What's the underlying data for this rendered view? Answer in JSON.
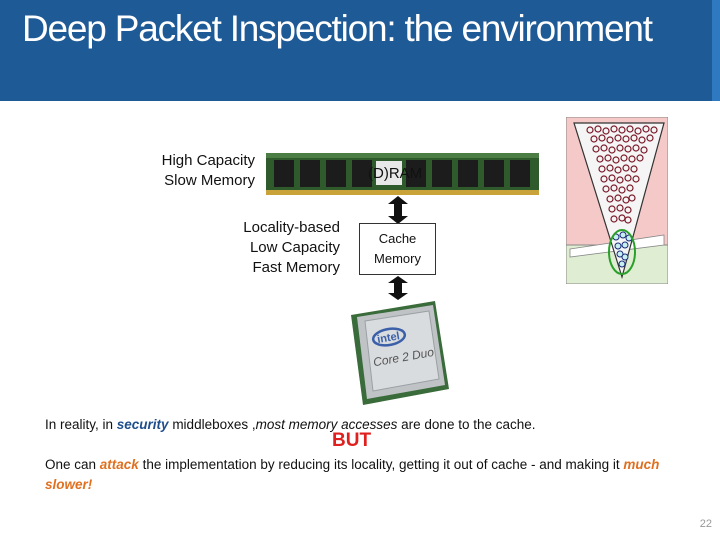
{
  "slide": {
    "title": "Deep Packet Inspection: the environment",
    "page_number": "22"
  },
  "labels": {
    "slow_memory": [
      "High Capacity",
      "Slow Memory"
    ],
    "fast_memory": [
      "Locality-based",
      "Low Capacity",
      "Fast Memory"
    ],
    "ram": "(D)RAM",
    "cache": [
      "Cache",
      "Memory"
    ],
    "cpu_brand": "intel",
    "cpu_model": "Core 2 Duo"
  },
  "text": {
    "line1_a": "In reality, in ",
    "line1_security": "security",
    "line1_b": " middleboxes ,",
    "line1_most": "most memory accesses",
    "line1_c": " are done to the cache.",
    "but": "BUT",
    "line2_a": "One can ",
    "line2_attack": "attack",
    "line2_b": " the implementation by reducing its locality, getting it out of cache - and making it ",
    "line2_slower": "much slower!"
  },
  "colors": {
    "title_bar": "#1e5a96",
    "accent": "#2f79c1",
    "highlight_blue": "#1f4e8c",
    "highlight_orange": "#e07020",
    "but_red": "#e0201f"
  }
}
